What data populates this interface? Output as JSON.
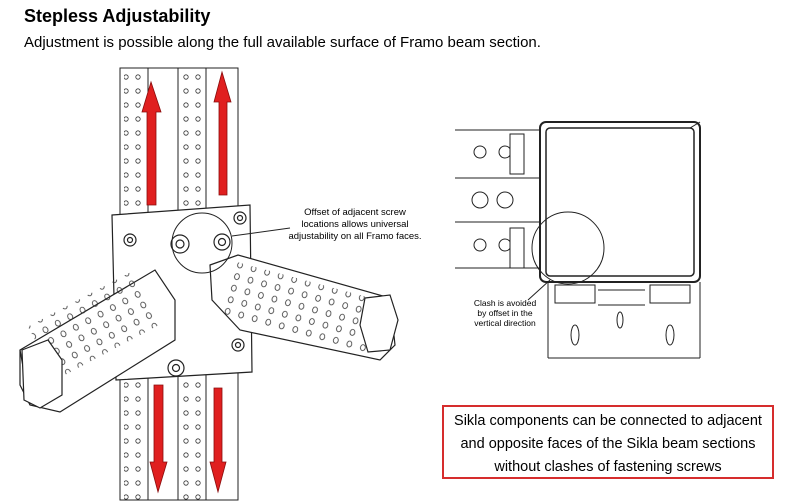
{
  "header": {
    "title": "Stepless Adjustability",
    "subtitle": "Adjustment is possible along the full available surface of Framo beam section."
  },
  "callouts": {
    "left": [
      "Offset of adjacent screw",
      "locations allows universal",
      "adjustability on all Framo faces."
    ],
    "right": [
      "Clash is avoided",
      "by offset in the",
      "vertical direction"
    ]
  },
  "info_box": {
    "lines": [
      "Sikla components can be connected to adjacent",
      "and opposite faces of the Sikla beam sections",
      "without clashes of fastening screws"
    ]
  },
  "colors": {
    "arrow": "#e01f1f",
    "box_border": "#d62d2d",
    "line": "#222222"
  }
}
